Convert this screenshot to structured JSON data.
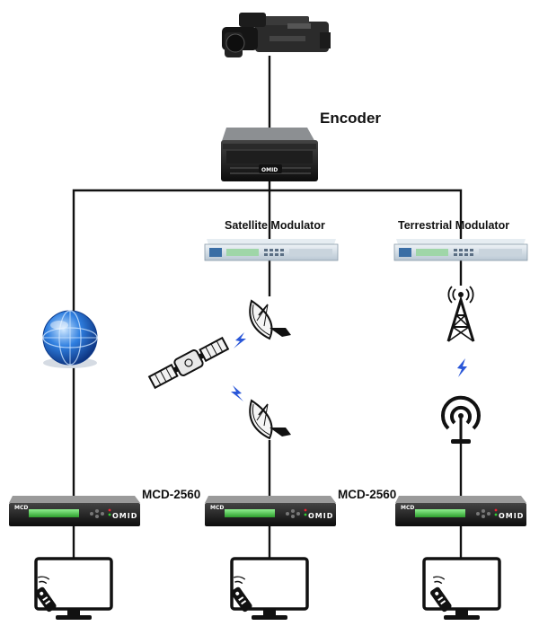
{
  "labels": {
    "encoder": "Encoder",
    "satellite_modulator": "Satellite Modulator",
    "terrestrial_modulator": "Terrestrial Modulator",
    "receiver_left": "MCD-2560",
    "receiver_middle": "MCD-2560"
  },
  "brand": {
    "encoder_logo": "OMID",
    "receiver_logo": "OMID"
  },
  "icons": {
    "camera": "camera-icon",
    "encoder": "server-encoder-icon",
    "globe": "globe-icon",
    "satellite": "satellite-icon",
    "dish": "satellite-dish-icon",
    "tower": "broadcast-tower-icon",
    "antenna": "receiving-antenna-icon",
    "lightning": "lightning-icon",
    "monitor": "monitor-icon",
    "remote": "remote-control-icon"
  },
  "colors": {
    "lightning": "#2a57d8",
    "receiver_display": "#3bbf3b",
    "modulator_body": "#d7e3ec",
    "globe": "#2f7fe0"
  }
}
